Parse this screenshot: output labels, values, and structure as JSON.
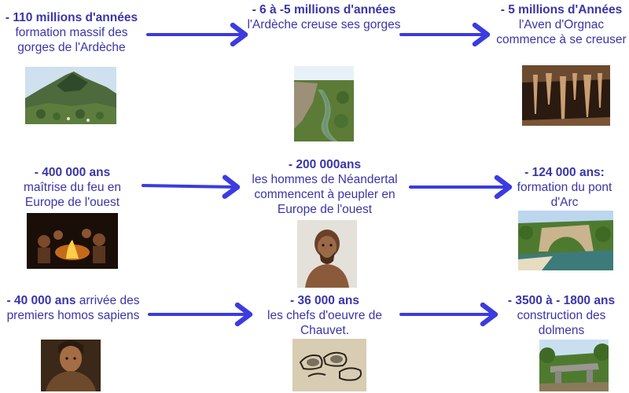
{
  "colors": {
    "text": "#3a35a8",
    "arrow": "#3b3be0"
  },
  "events": [
    {
      "date": "- 110 millions d'années",
      "text": "formation massif des gorges de l'Ardèche",
      "image": "mountain-landscape-image"
    },
    {
      "date": "- 6 à -5 millions d'années",
      "text": "l'Ardèche creuse ses gorges",
      "image": "river-gorge-image"
    },
    {
      "date": "- 5 millions d'Années",
      "text": "l'Aven d'Orgnac commence à se creuser",
      "image": "cave-stalactites-image"
    },
    {
      "date": "- 400 000 ans",
      "text": "maîtrise du feu en Europe de l'ouest",
      "image": "campfire-image"
    },
    {
      "date": "- 200 000ans",
      "text": "les hommes de Néandertal commencent à peupler en Europe de l'ouest",
      "image": "neanderthal-image"
    },
    {
      "date": "- 124 000 ans:",
      "text": "formation du pont d'Arc",
      "image": "pont-d-arc-image"
    },
    {
      "date": "- 40 000 ans",
      "text": "arrivée des premiers homos sapiens",
      "image": "homo-sapiens-image"
    },
    {
      "date": "- 36 000 ans",
      "text": "les chefs d'oeuvre de Chauvet.",
      "image": "chauvet-painting-image"
    },
    {
      "date": "- 3500 à - 1800 ans",
      "text": "construction des dolmens",
      "image": "dolmen-image"
    }
  ]
}
